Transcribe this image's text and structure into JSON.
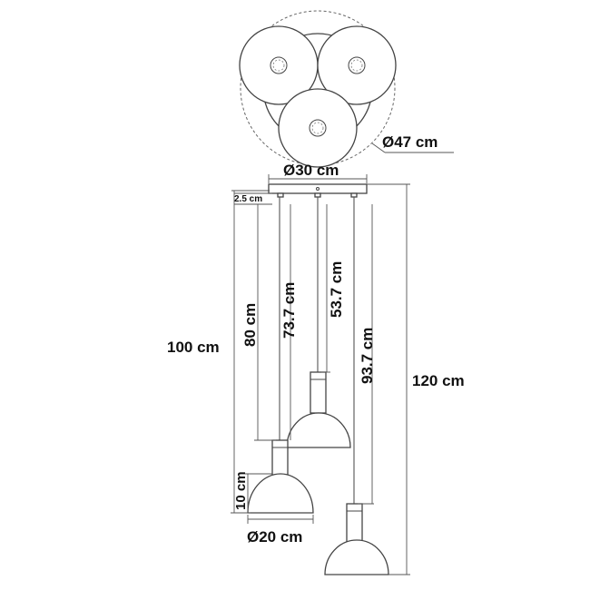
{
  "dimensions": {
    "canopy_area_diameter": "Ø47 cm",
    "canopy_diameter": "Ø30 cm",
    "canopy_height": "2.5 cm",
    "cord_left": "80 cm",
    "cord_left_overlay": "73.7 cm",
    "cord_middle": "53.7 cm",
    "cord_right": "93.7 cm",
    "total_height_left": "100 cm",
    "total_height_right": "120 cm",
    "shade_height": "10 cm",
    "shade_diameter": "Ø20 cm"
  },
  "colors": {
    "line": "#444444",
    "text": "#111111"
  }
}
